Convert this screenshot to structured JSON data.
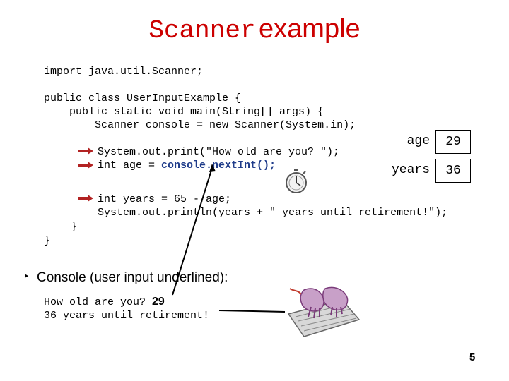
{
  "title": {
    "code_part": "Scanner",
    "text_part": "example"
  },
  "code": {
    "import": "import java.util.Scanner;",
    "class_decl": "public class UserInputExample {",
    "main_decl": "    public static void main(String[] args) {",
    "scanner_line": "        Scanner console = new Scanner(System.in);",
    "print_line": "System.out.print(\"How old are you? \");",
    "age_prefix": "int age = ",
    "age_call": "console.nextInt();",
    "years_line": "int years = 65 - age;",
    "println_line": "System.out.println(years + \" years until retirement!\");",
    "close_method": "}",
    "close_class": "}"
  },
  "variables": [
    {
      "name": "age",
      "value": "29"
    },
    {
      "name": "years",
      "value": "36"
    }
  ],
  "bullet": {
    "marker": "‣",
    "text": "Console (user input underlined):"
  },
  "console": {
    "prompt": "How old are you? ",
    "input": "29",
    "output": "36 years until retirement!"
  },
  "page_number": "5",
  "colors": {
    "title": "#cc0000",
    "arrow": "#b22222",
    "method_call": "#1f3c8a"
  },
  "icons": [
    "stopwatch-icon",
    "typing-hands-clipart"
  ]
}
